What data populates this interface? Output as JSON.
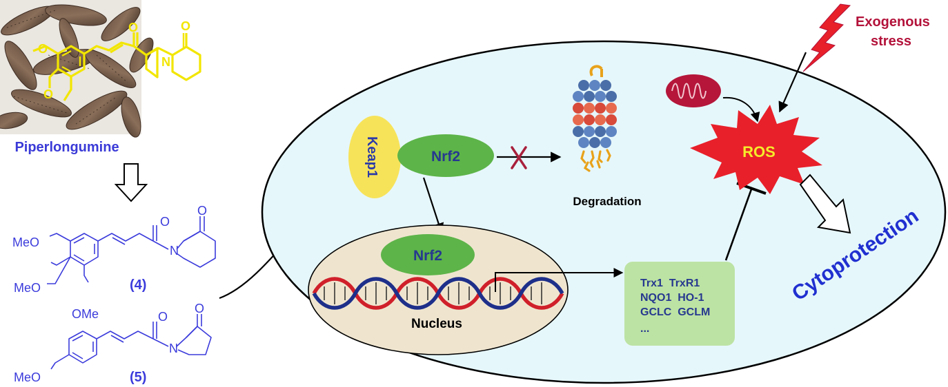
{
  "compound_name": "Piperlongumine",
  "analogs": [
    {
      "label": "(4)",
      "substituents": [
        "MeO",
        "MeO",
        "OMe"
      ],
      "atoms": [
        "O",
        "O",
        "N"
      ]
    },
    {
      "label": "(5)",
      "substituents": [
        "MeO"
      ],
      "atoms": [
        "O",
        "O",
        "N"
      ]
    }
  ],
  "cell": {
    "keap1": "Keap1",
    "nrf2_cytoplasm": "Nrf2",
    "nrf2_nucleus": "Nrf2",
    "degradation": "Degradation",
    "nucleus": "Nucleus",
    "ros": "ROS",
    "exogenous_stress": [
      "Exogenous",
      "stress"
    ],
    "target_genes": [
      "Trx1  TrxR1",
      "NQO1  HO-1",
      "GCLC  GCLM",
      "..."
    ]
  },
  "outcome": "Cytoprotection",
  "colors": {
    "chem_blue": "#3b3bdc",
    "highlight_yellow": "#f2e600",
    "cell_fill": "#e6f7fb",
    "nrf2_green": "#5db449",
    "keap1_yellow": "#f7e35a",
    "nucleus_fill": "#efe5cf",
    "ros_red": "#e8202a",
    "gene_box": "#bde3a4",
    "inhibit_x": "#a8203c",
    "stress_text": "#b3123a",
    "label_blue": "#2030d0"
  },
  "icons": [
    "lightning-bolt-icon",
    "mitochondrion-icon",
    "proteasome-icon",
    "dna-helix-icon",
    "block-x-icon"
  ]
}
